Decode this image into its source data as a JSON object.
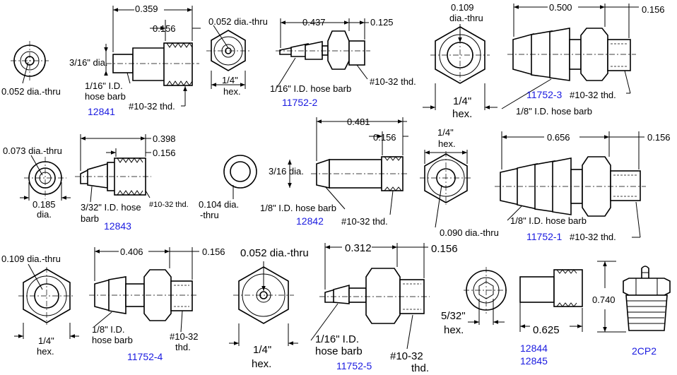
{
  "parts": {
    "p12841": {
      "part_number": "12841",
      "end_view_hole": "0.052 dia.-thru",
      "overall_length": "0.359",
      "thread_length": "0.156",
      "barb_dia": "3/16\" dia.",
      "barb_label_line1": "1/16\" I.D.",
      "barb_label_line2": "hose barb",
      "thread": "#10-32 thd."
    },
    "p11752_2": {
      "part_number": "11752-2",
      "end_view_hole": "0.052 dia.-thru",
      "hex_line1": "1/4\"",
      "hex_line2": "hex.",
      "body_length": "0.437",
      "thread_length": "0.125",
      "barb_label": "1/16\" I.D. hose barb",
      "thread": "#10-32 thd."
    },
    "p11752_3": {
      "part_number": "11752-3",
      "end_view_hole_line1": "0.109",
      "end_view_hole_line2": "dia.-thru",
      "hex_line1": "1/4\"",
      "hex_line2": "hex.",
      "body_length": "0.500",
      "thread_length": "0.156",
      "barb_label": "1/8\" I.D. hose barb",
      "thread": "#10-32 thd."
    },
    "p12843": {
      "part_number": "12843",
      "end_view_hole": "0.073 dia.-thru",
      "outer_dia_line1": "0.185",
      "outer_dia_line2": "dia.",
      "overall_length": "0.398",
      "thread_length": "0.156",
      "barb_label_line1": "3/32\" I.D. hose",
      "barb_label_line2": "barb",
      "thread": "#10-32 thd."
    },
    "p12842": {
      "part_number": "12842",
      "end_view_hole_line1": "0.104 dia.",
      "end_view_hole_line2": "-thru",
      "overall_length": "0.481",
      "thread_length": "0.156",
      "barb_dia": "3/16 dia.",
      "barb_label": "1/8\" I.D. hose barb",
      "thread": "#10-32 thd."
    },
    "p11752_1": {
      "part_number": "11752-1",
      "end_view_hole": "0.090 dia.-thru",
      "hex_line1": "1/4\"",
      "hex_line2": "hex.",
      "body_length": "0.656",
      "thread_length": "0.156",
      "barb_label": "1/8\" I.D. hose barb",
      "thread": "#10-32 thd."
    },
    "p11752_4": {
      "part_number": "11752-4",
      "end_view_hole": "0.109 dia.-thru",
      "hex_line1": "1/4\"",
      "hex_line2": "hex.",
      "body_length": "0.406",
      "thread_length": "0.156",
      "barb_label_line1": "1/8\" I.D.",
      "barb_label_line2": "hose barb",
      "thread_line1": "#10-32",
      "thread_line2": "thd."
    },
    "p11752_5": {
      "part_number": "11752-5",
      "end_view_hole": "0.052 dia.-thru",
      "hex_line1": "1/4\"",
      "hex_line2": "hex.",
      "body_length": "0.312",
      "thread_length": "0.156",
      "barb_label_line1": "1/16\" I.D.",
      "barb_label_line2": "hose barb",
      "thread_line1": "#10-32",
      "thread_line2": "thd."
    },
    "p12844": {
      "part_numbers": [
        "12844",
        "12845"
      ],
      "hex_line1": "5/32\"",
      "hex_line2": "hex.",
      "length": "0.625"
    },
    "p2cp2": {
      "part_number": "2CP2",
      "height": "0.740"
    }
  }
}
